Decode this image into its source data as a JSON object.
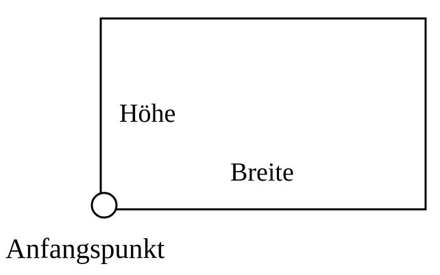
{
  "diagram": {
    "labels": {
      "height": "Höhe",
      "width": "Breite",
      "origin": "Anfangspunkt"
    },
    "colors": {
      "stroke": "#000000",
      "background": "#ffffff",
      "origin_fill": "#ffffff"
    }
  }
}
